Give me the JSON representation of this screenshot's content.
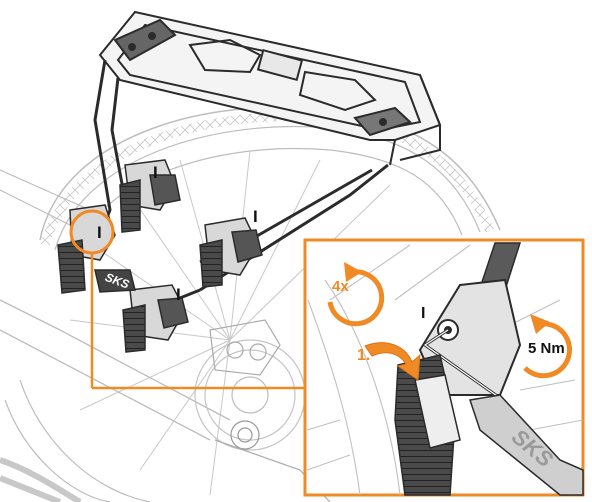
{
  "labels": {
    "marker": "I",
    "rotation_count": "4x",
    "step": "1.",
    "torque": "5 Nm",
    "brand_rack": "SKS",
    "brand_strap": "SKS"
  },
  "colors": {
    "accent": "#f08a24",
    "line": "#2b2b2b",
    "bike_line": "#b9b9b9",
    "fill_dark": "#3a3a3a"
  }
}
